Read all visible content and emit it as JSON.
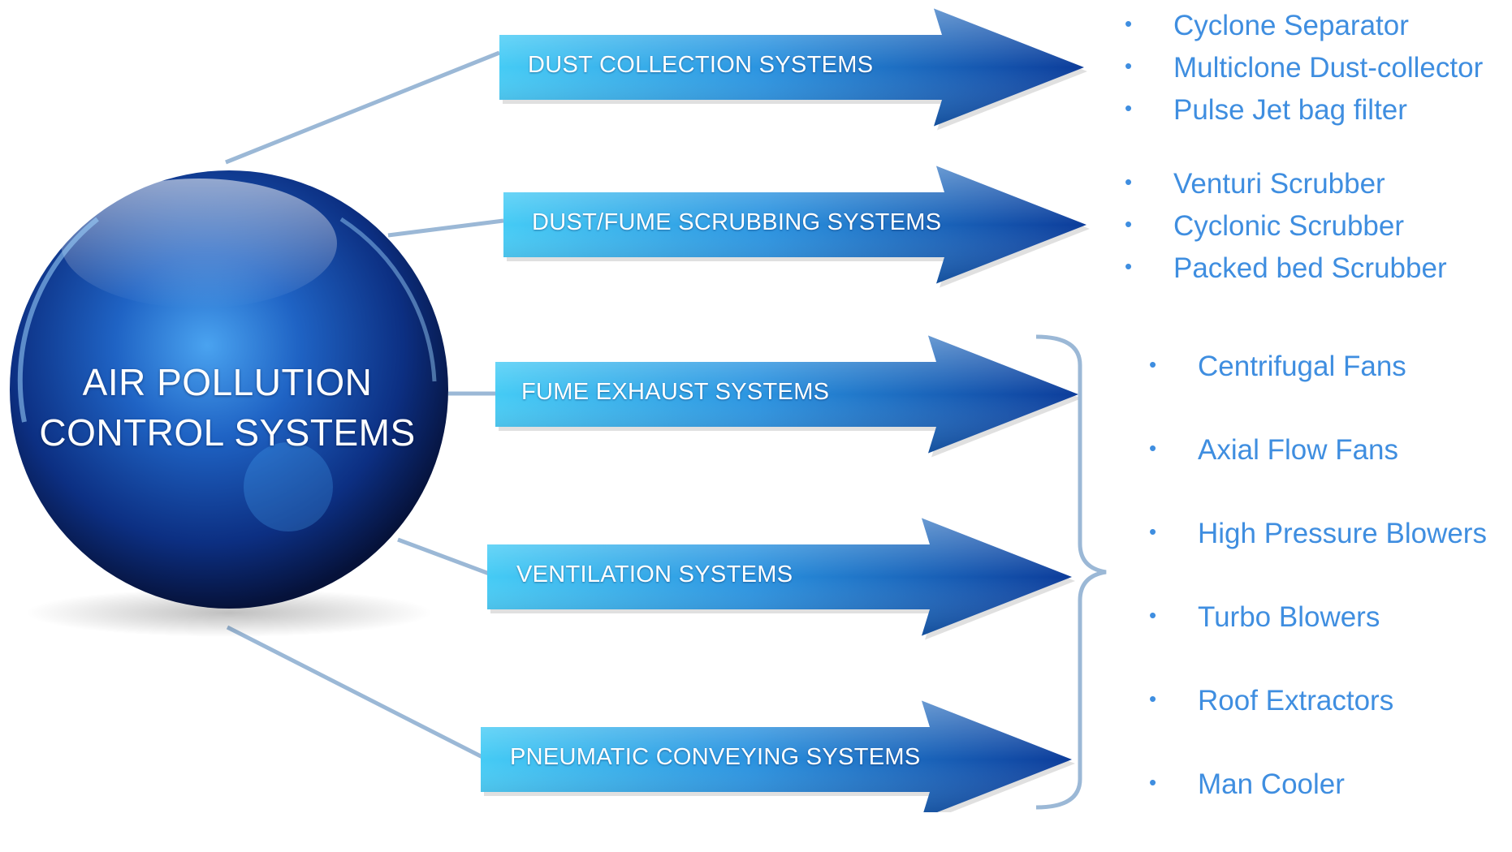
{
  "center": {
    "title_line1": "AIR POLLUTION",
    "title_line2": "CONTROL SYSTEMS"
  },
  "arrows": [
    {
      "label": "DUST COLLECTION SYSTEMS"
    },
    {
      "label": "DUST/FUME SCRUBBING SYSTEMS"
    },
    {
      "label": "FUME EXHAUST SYSTEMS"
    },
    {
      "label": "VENTILATION SYSTEMS"
    },
    {
      "label": "PNEUMATIC CONVEYING SYSTEMS"
    }
  ],
  "dust_collection_items": [
    "Cyclone Separator",
    "Multiclone Dust-collector",
    "Pulse Jet bag  filter"
  ],
  "scrubbing_items": [
    "Venturi Scrubber",
    "Cyclonic Scrubber",
    "Packed bed Scrubber"
  ],
  "fan_items": [
    "Centrifugal Fans",
    "Axial Flow Fans",
    "High Pressure Blowers",
    "Turbo Blowers",
    "Roof Extractors",
    "Man Cooler"
  ],
  "colors": {
    "arrow_light": "#3fc6f4",
    "arrow_dark": "#0d3f9c",
    "sphere_dark": "#06123a",
    "sphere_mid": "#1f63c4",
    "connector": "#9bb8d6",
    "list_text": "#3f8ee0",
    "bracket": "#9bb8d6"
  }
}
